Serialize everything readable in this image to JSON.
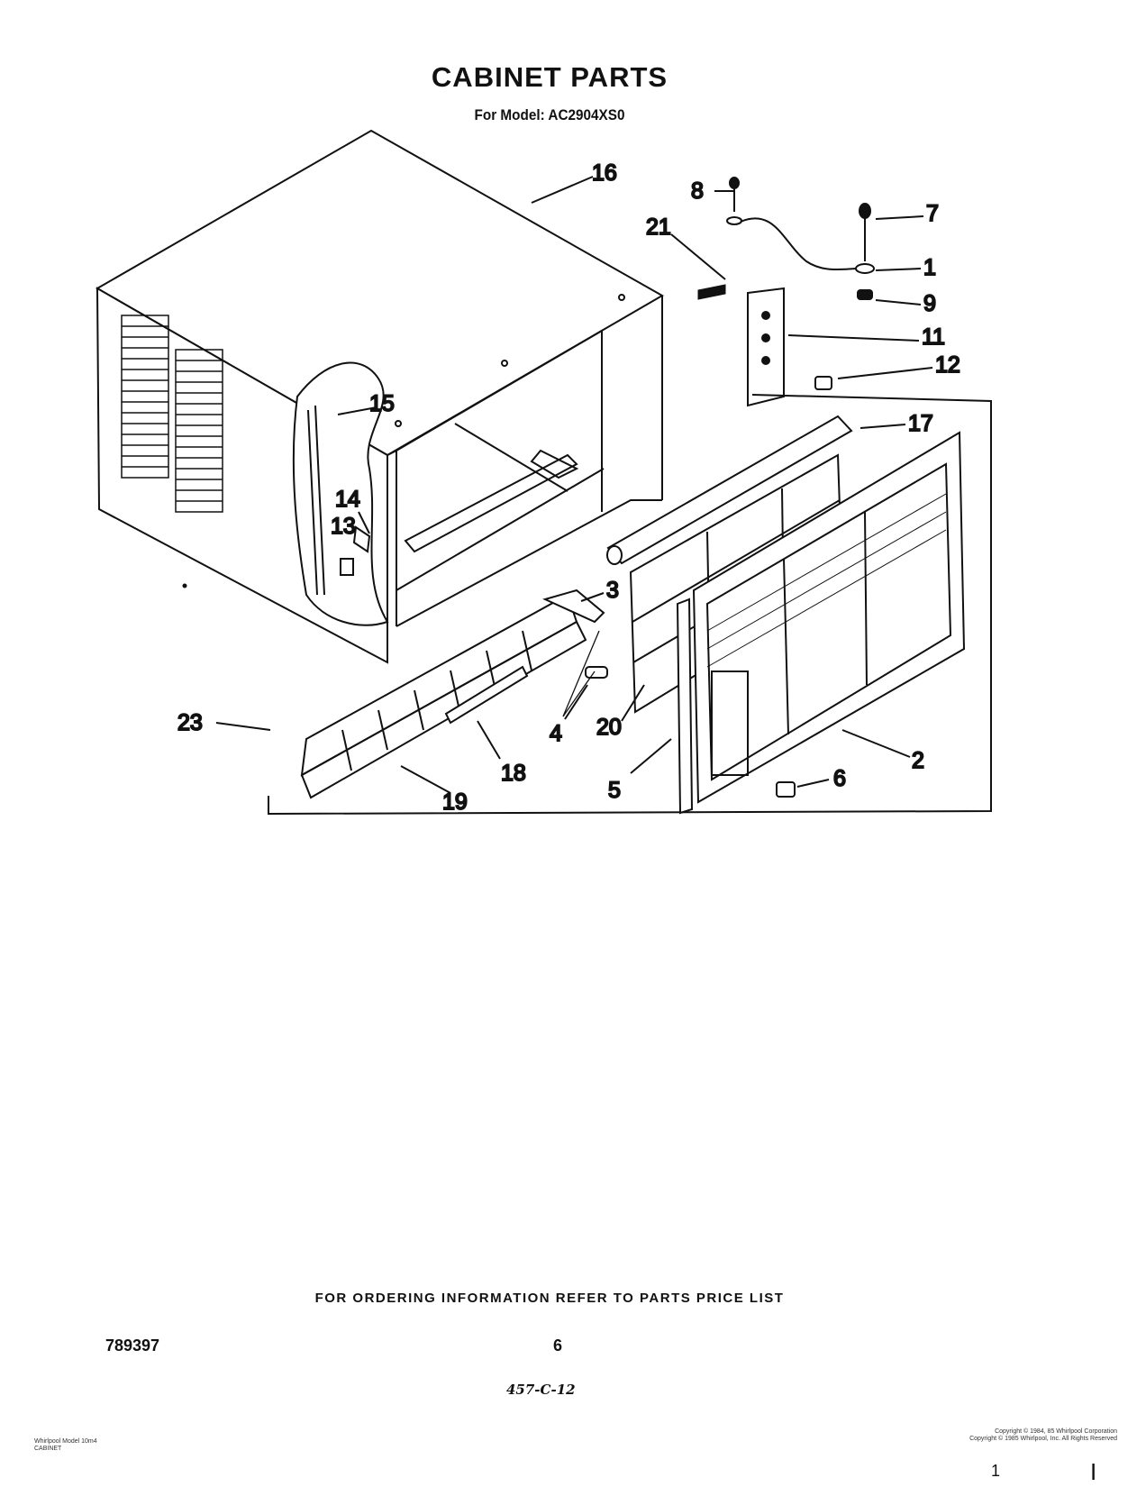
{
  "header": {
    "title": "CABINET PARTS",
    "subtitle": "For Model: AC2904XS0"
  },
  "callouts": {
    "c1": "1",
    "c2": "2",
    "c3": "3",
    "c4": "4",
    "c5": "5",
    "c6": "6",
    "c7": "7",
    "c8": "8",
    "c9": "9",
    "c11": "11",
    "c12": "12",
    "c13": "13",
    "c14": "14",
    "c15": "15",
    "c16": "16",
    "c17": "17",
    "c18": "18",
    "c19": "19",
    "c20": "20",
    "c21": "21",
    "c23": "23"
  },
  "footer": {
    "order_note": "FOR ORDERING INFORMATION REFER TO PARTS PRICE LIST",
    "doc_number": "789397",
    "page_number": "6",
    "handwritten": "457-C-12",
    "left_small_1": "Whirlpool Model 10m4",
    "left_small_2": "CABINET",
    "right_small_1": "Copyright © 1984, 85 Whirlpool Corporation",
    "right_small_2": "Copyright © 1985 Whirlpool, Inc. All Rights Reserved",
    "corner_mark": "1",
    "corner_bar": "I"
  }
}
